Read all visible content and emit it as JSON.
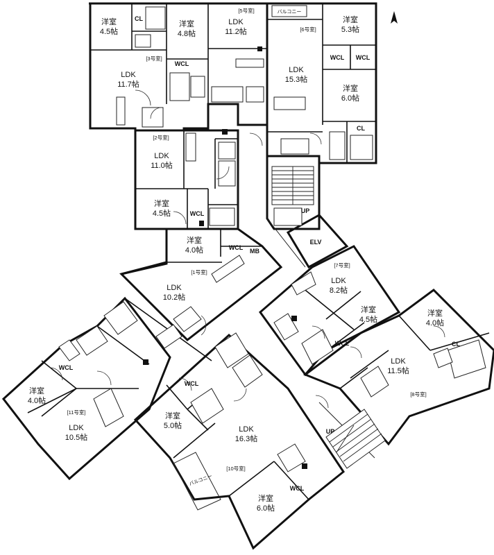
{
  "north_arrow": "north-arrow",
  "units": [
    {
      "key": "u3",
      "label": "[3号室]"
    },
    {
      "key": "u5",
      "label": "[5号室]"
    },
    {
      "key": "u6",
      "label": "[6号室]"
    },
    {
      "key": "u2",
      "label": "[2号室]"
    },
    {
      "key": "u1",
      "label": "[1号室]"
    },
    {
      "key": "u7",
      "label": "[7号室]"
    },
    {
      "key": "u8",
      "label": "[8号室]"
    },
    {
      "key": "u10",
      "label": "[10号室]"
    },
    {
      "key": "u11",
      "label": "[11号室]"
    }
  ],
  "rooms": [
    {
      "key": "r1",
      "name": "洋室",
      "size": "4.5帖"
    },
    {
      "key": "r2",
      "name": "洋室",
      "size": "4.8帖"
    },
    {
      "key": "r3",
      "name": "LDK",
      "size": "11.2帖"
    },
    {
      "key": "r4",
      "name": "洋室",
      "size": "5.3帖"
    },
    {
      "key": "r5",
      "name": "LDK",
      "size": "11.7帖"
    },
    {
      "key": "r6",
      "name": "LDK",
      "size": "15.3帖"
    },
    {
      "key": "r7",
      "name": "洋室",
      "size": "6.0帖"
    },
    {
      "key": "r8",
      "name": "LDK",
      "size": "11.0帖"
    },
    {
      "key": "r9",
      "name": "洋室",
      "size": "4.5帖"
    },
    {
      "key": "r10",
      "name": "洋室",
      "size": "4.0帖"
    },
    {
      "key": "r11",
      "name": "LDK",
      "size": "10.2帖"
    },
    {
      "key": "r12",
      "name": "LDK",
      "size": "8.2帖"
    },
    {
      "key": "r13",
      "name": "洋室",
      "size": "4.5帖"
    },
    {
      "key": "r14",
      "name": "洋室",
      "size": "4.0帖"
    },
    {
      "key": "r15",
      "name": "LDK",
      "size": "11.5帖"
    },
    {
      "key": "r16",
      "name": "洋室",
      "size": "4.0帖"
    },
    {
      "key": "r17",
      "name": "LDK",
      "size": "10.5帖"
    },
    {
      "key": "r18",
      "name": "洋室",
      "size": "5.0帖"
    },
    {
      "key": "r19",
      "name": "LDK",
      "size": "16.3帖"
    },
    {
      "key": "r20",
      "name": "洋室",
      "size": "6.0帖"
    }
  ],
  "small_labels": [
    {
      "key": "s1",
      "text": "CL"
    },
    {
      "key": "s2",
      "text": "WCL"
    },
    {
      "key": "s3",
      "text": "WCL"
    },
    {
      "key": "s4",
      "text": "WCL"
    },
    {
      "key": "s5",
      "text": "CL"
    },
    {
      "key": "s6",
      "text": "WCL"
    },
    {
      "key": "s7",
      "text": "WCL"
    },
    {
      "key": "s8",
      "text": "MB"
    },
    {
      "key": "s9",
      "text": "ELV"
    },
    {
      "key": "s10",
      "text": "UP"
    },
    {
      "key": "s11",
      "text": "UP"
    },
    {
      "key": "s12",
      "text": "WCL"
    },
    {
      "key": "s13",
      "text": "CL"
    },
    {
      "key": "s14",
      "text": "WCL"
    },
    {
      "key": "s15",
      "text": "WCL"
    },
    {
      "key": "s16",
      "text": "WCL"
    }
  ],
  "balconies": [
    {
      "key": "b1",
      "text": "バルコニー"
    },
    {
      "key": "b2",
      "text": "バルコニー"
    }
  ]
}
